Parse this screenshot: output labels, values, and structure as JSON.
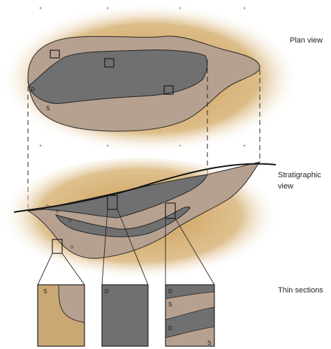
{
  "labels": {
    "plan_view": "Plan view",
    "stratigraphic_view_line1": "Stratigraphic",
    "stratigraphic_view_line2": "view",
    "thin_sections": "Thin sections"
  },
  "plan": {
    "deposit_label": "D",
    "sediment_label": "S"
  },
  "strat": {
    "layer_labels": [
      "D",
      "S",
      "D",
      "S"
    ]
  },
  "thin_sections": {
    "left_labels": [
      "S"
    ],
    "middle_labels": [
      "D"
    ],
    "right_labels": [
      "D",
      "S",
      "D",
      "S"
    ]
  },
  "grid_marker": "+",
  "colors": {
    "halo": "#c99a4f",
    "sediment": "#b6a08f",
    "deposit": "#707070",
    "outline": "#222222",
    "thin_left_bg": "#c9a874"
  }
}
